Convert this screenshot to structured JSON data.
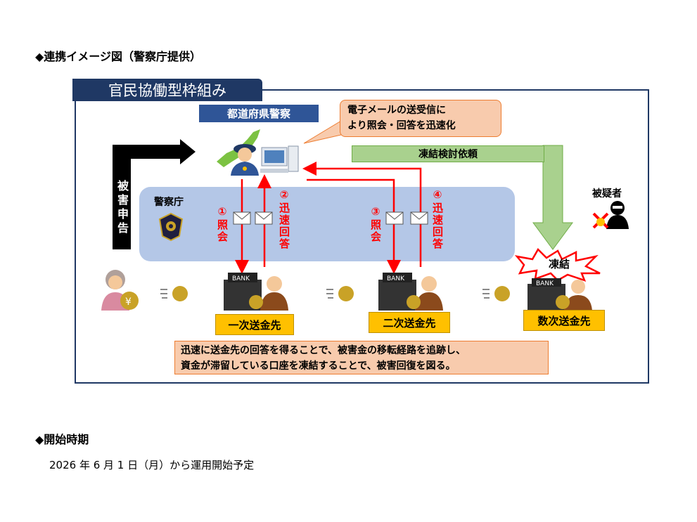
{
  "section1": {
    "heading": "◆連携イメージ図（警察庁提供）"
  },
  "diagram": {
    "frame_title": "官民協働型枠組み",
    "prefectural_police": "都道府県警察",
    "email_callout_line1": "電子メールの送受信に",
    "email_callout_line2": "より照会・回答を迅速化",
    "npa_label": "警察庁",
    "victim_report": "被害申告",
    "inquiry_1": "①照会",
    "answer_2": "②迅速回答",
    "inquiry_3": "③照会",
    "answer_4": "④迅速回答",
    "freeze_request": "凍結検討依頼",
    "suspect": "被疑者",
    "freeze_burst": "凍結",
    "dest_1": "一次送金先",
    "dest_2": "二次送金先",
    "dest_n": "数次送金先",
    "bank_sign": "BANK",
    "yen": "¥",
    "note_line1": "迅速に送金先の回答を得ることで、被害金の移転経路を追跡し、",
    "note_line2": "資金が滞留している口座を凍結することで、被害回復を図る。",
    "colors": {
      "navy": "#1f3864",
      "blue": "#2f5597",
      "red": "#ff0000",
      "green": "#a9d18e",
      "gold": "#ffc000",
      "salmon": "#f8cbad"
    }
  },
  "section2": {
    "heading": "◆開始時期",
    "text": "2026 年 6 月 1 日（月）から運用開始予定"
  }
}
